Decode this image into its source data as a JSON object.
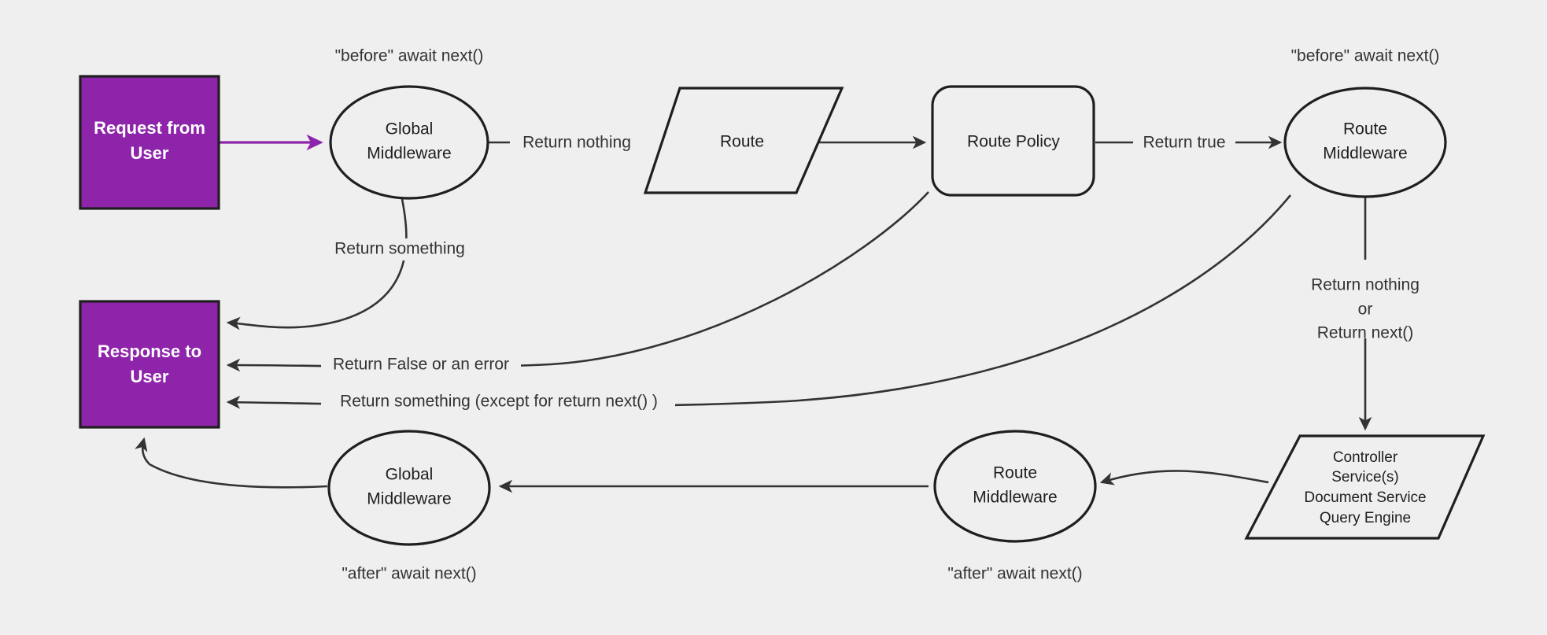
{
  "diagram": {
    "title": "Request / Response middleware pipeline flowchart",
    "background_color": "#efefef",
    "accent_color": "#8e24aa",
    "line_color": "#333333",
    "nodes": {
      "request_from_user": {
        "line1": "Request from",
        "line2": "User",
        "shape": "rectangle",
        "fill": "#8e24aa"
      },
      "response_to_user": {
        "line1": "Response to",
        "line2": "User",
        "shape": "rectangle",
        "fill": "#8e24aa"
      },
      "global_middleware_before": {
        "line1": "Global",
        "line2": "Middleware",
        "shape": "ellipse"
      },
      "route": {
        "line1": "Route",
        "shape": "parallelogram"
      },
      "route_policy": {
        "line1": "Route Policy",
        "shape": "rounded-rectangle"
      },
      "route_middleware_before": {
        "line1": "Route",
        "line2": "Middleware",
        "shape": "ellipse"
      },
      "controller_stack": {
        "line1": "Controller",
        "line2": "Service(s)",
        "line3": "Document Service",
        "line4": "Query Engine",
        "shape": "parallelogram"
      },
      "route_middleware_after": {
        "line1": "Route",
        "line2": "Middleware",
        "shape": "ellipse"
      },
      "global_middleware_after": {
        "line1": "Global",
        "line2": "Middleware",
        "shape": "ellipse"
      }
    },
    "annotations": {
      "before_global": "\"before\" await next()",
      "before_route": "\"before\" await next()",
      "after_global": "\"after\" await next()",
      "after_route": "\"after\" await next()"
    },
    "edge_labels": {
      "return_nothing": "Return nothing",
      "return_true": "Return true",
      "return_something": "Return something",
      "return_false_or_error": "Return False or an error",
      "return_something_except_next": "Return something (except for return next() )",
      "return_nothing_or_next_line1": "Return nothing",
      "return_nothing_or_next_line2": "or",
      "return_nothing_or_next_line3": "Return next()"
    }
  }
}
